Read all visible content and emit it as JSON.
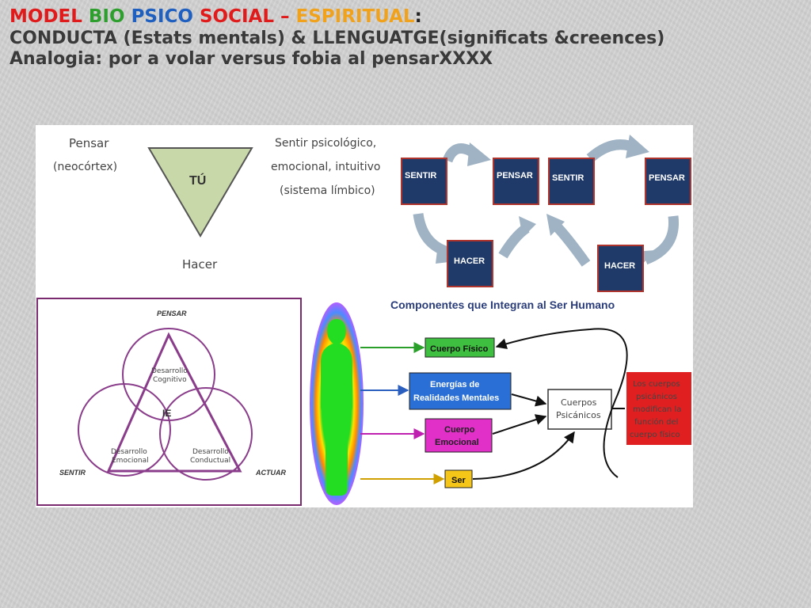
{
  "title": {
    "line1_parts": [
      {
        "text": "MODEL ",
        "color": "#e01b1b"
      },
      {
        "text": "BIO ",
        "color": "#2e9e2e"
      },
      {
        "text": "PSICO ",
        "color": "#1f5fbf"
      },
      {
        "text": "SOCIAL – ",
        "color": "#e01b1b"
      },
      {
        "text": "ESPIRITUAL",
        "color": "#f0a21c"
      },
      {
        "text": ":",
        "color": "#222222"
      }
    ],
    "line2": "CONDUCTA (Estats mentals) & LLENGUATGE(significats &creences)",
    "line3": "Analogia: por a volar versus fobia al pensarXXXX"
  },
  "triangle_model": {
    "pensar": "Pensar",
    "pensar_sub": "(neocórtex)",
    "sentir_line1": "Sentir psicológico,",
    "sentir_line2": "emocional, intuitivo",
    "sentir_line3": "(sistema límbico)",
    "center": "TÚ",
    "hacer": "Hacer"
  },
  "cycle_diagram": {
    "left": {
      "sentir": "SENTIR",
      "pensar": "PENSAR",
      "hacer": "HACER"
    },
    "right": {
      "sentir": "SENTIR",
      "pensar": "PENSAR",
      "hacer": "HACER"
    }
  },
  "venn_diagram": {
    "pensar": "PENSAR",
    "sentir": "SENTIR",
    "actuar": "ACTUAR",
    "cognitivo_l1": "Desarrollo",
    "cognitivo_l2": "Cognitivo",
    "emocional_l1": "Desarrollo",
    "emocional_l2": "Emocional",
    "conductual_l1": "Desarrollo",
    "conductual_l2": "Conductual",
    "center": "IE"
  },
  "components": {
    "title": "Componentes que Integran al Ser Humano",
    "cuerpo_fisico": "Cuerpo Físico",
    "energias_l1": "Energías de",
    "energias_l2": "Realidades Mentales",
    "emocional_l1": "Cuerpo",
    "emocional_l2": "Emocional",
    "ser": "Ser",
    "psiquicos_l1": "Cuerpos",
    "psiquicos_l2": "Psicánicos",
    "note_l1": "Los cuerpos",
    "note_l2": "psicánicos",
    "note_l3": "modifican la",
    "note_l4": "función del",
    "note_l5": "cuerpo físico"
  },
  "colors": {
    "navy_box": "#1f3a68",
    "arrow_blue": "#9fb3c4",
    "triangle_fill": "#c8d8a8",
    "green_box": "#3fbf3f",
    "blue_box": "#2a6fd6",
    "magenta_box": "#e030c8",
    "yellow_box": "#f5c518",
    "red_box": "#e02020"
  }
}
